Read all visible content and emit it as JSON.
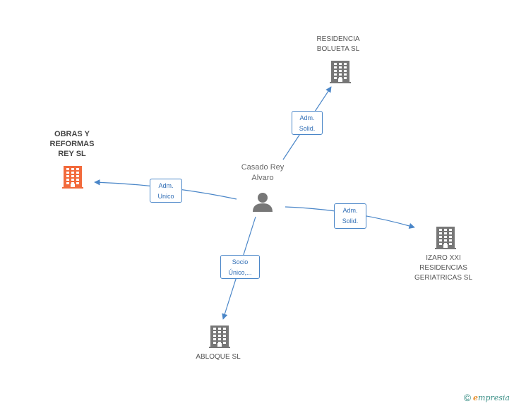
{
  "colors": {
    "edge": "#4a86c8",
    "building_default": "#777777",
    "building_focus": "#f26a3c",
    "person": "#777777"
  },
  "central": {
    "label": "Casado Rey\nAlvaro",
    "icon": "person-icon"
  },
  "companies": [
    {
      "id": "residencia-bolueta",
      "label": "RESIDENCIA\nBOLUETA SL",
      "icon": "building-icon",
      "focus": false
    },
    {
      "id": "obras-reformas",
      "label": "OBRAS Y\nREFORMAS\nREY SL",
      "icon": "building-icon",
      "focus": true
    },
    {
      "id": "izaro",
      "label": "IZARO XXI\nRESIDENCIAS\nGERIATRICAS SL",
      "icon": "building-icon",
      "focus": false
    },
    {
      "id": "abloque",
      "label": "ABLOQUE SL",
      "icon": "building-icon",
      "focus": false
    }
  ],
  "relations": [
    {
      "to": "residencia-bolueta",
      "label": "Adm.\nSolid."
    },
    {
      "to": "obras-reformas",
      "label": "Adm.\nUnico"
    },
    {
      "to": "izaro",
      "label": "Adm.\nSolid."
    },
    {
      "to": "abloque",
      "label": "Socio\nÚnico,..."
    }
  ],
  "footer": {
    "copyright_symbol": "©",
    "brand_first": "e",
    "brand_rest": "mpresia"
  }
}
